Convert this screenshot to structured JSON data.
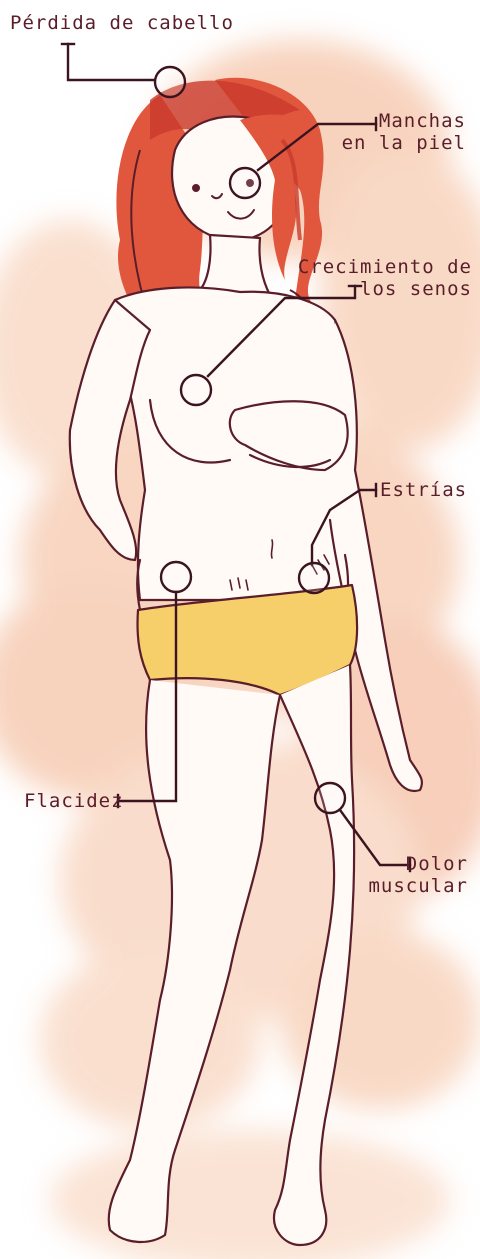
{
  "colors": {
    "ink": "#5a1e2a",
    "hair": "#e0573e",
    "hair_dark": "#c93a2c",
    "underwear": "#f6cf6a",
    "watercolor": "#f2b08a",
    "skin": "#fffaf6"
  },
  "labels": {
    "hair_loss": "Pérdida de cabello",
    "skin_spots_line1": "Manchas",
    "skin_spots_line2": "en la piel",
    "breast_growth_line1": "Crecimiento de",
    "breast_growth_line2": "los senos",
    "stretch_marks": "Estrías",
    "flaccidity": "Flacidez",
    "muscle_pain_line1": "Dolor",
    "muscle_pain_line2": "muscular"
  }
}
